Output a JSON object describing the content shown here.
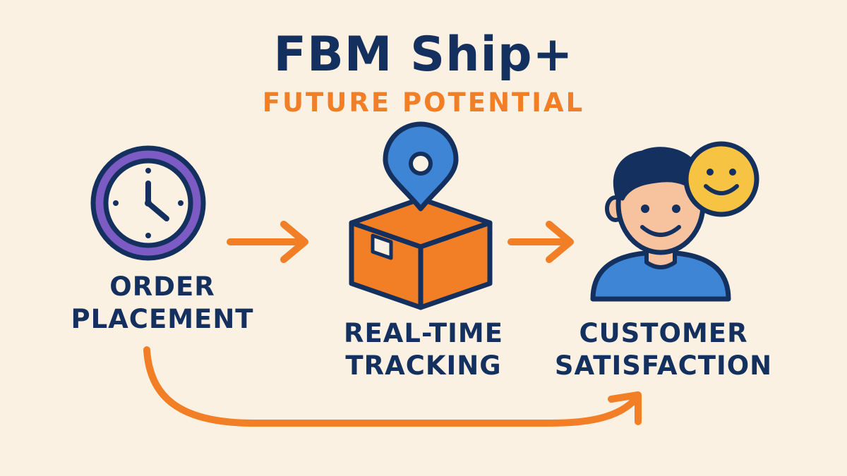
{
  "header": {
    "title": "FBM Ship+",
    "subtitle": "FUTURE POTENTIAL"
  },
  "stages": [
    {
      "id": "order",
      "icon": "clock-icon",
      "label_lines": [
        "ORDER",
        "PLACEMENT"
      ]
    },
    {
      "id": "tracking",
      "icon": "package-location-icon",
      "label_lines": [
        "REAL-TIME",
        "TRACKING"
      ]
    },
    {
      "id": "customer",
      "icon": "happy-customer-icon",
      "label_lines": [
        "CUSTOMER",
        "SATISFACTION"
      ]
    }
  ],
  "colors": {
    "background": "#fbf1e2",
    "navy": "#13305e",
    "orange": "#f27e25",
    "purple": "#7c5cc4",
    "blue": "#3f85d6",
    "yellow": "#f6c343",
    "skin": "#f7c39f"
  }
}
